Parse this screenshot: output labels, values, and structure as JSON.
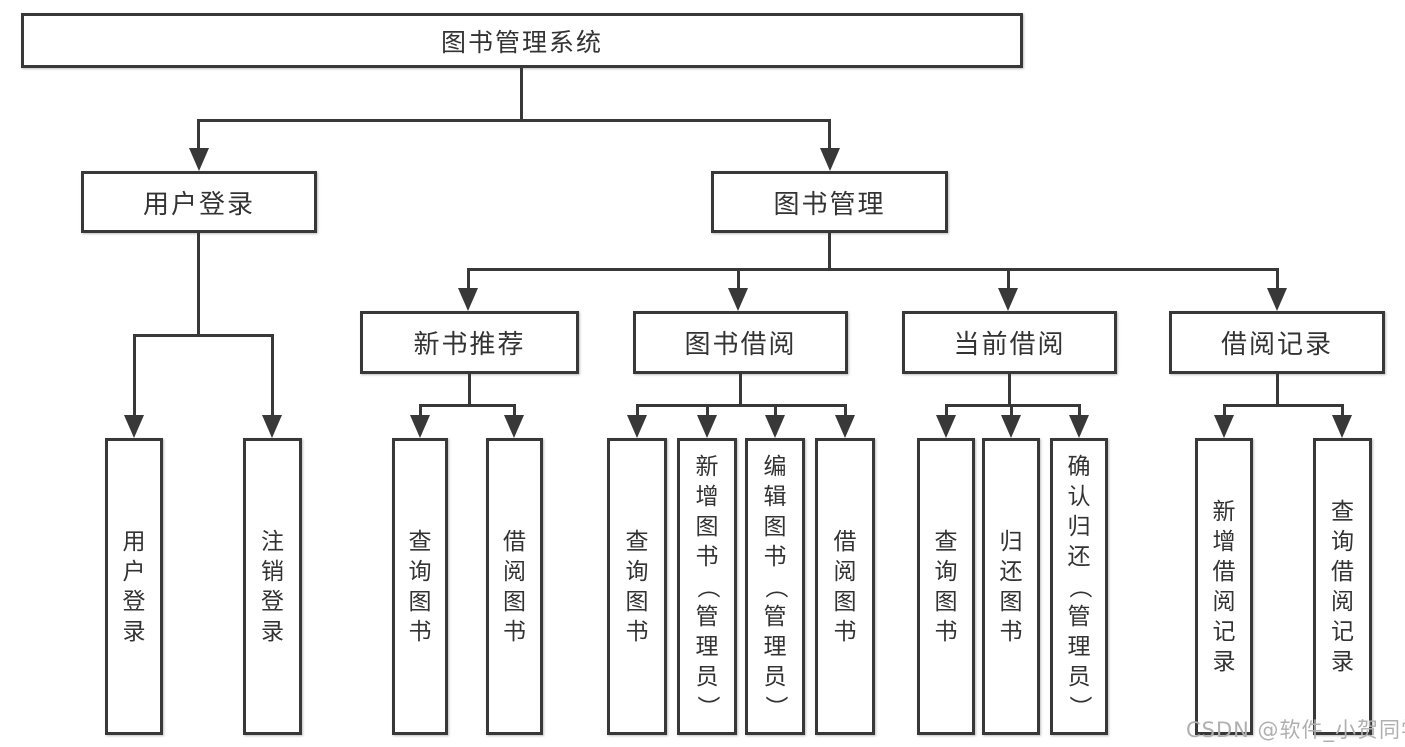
{
  "colors": {
    "line": "#383838",
    "text": "#333333",
    "watermark": "#b0b0b0",
    "background": "#ffffff"
  },
  "nodes": {
    "root": {
      "label": "图书管理系统"
    },
    "level2": [
      {
        "label": "用户登录"
      },
      {
        "label": "图书管理"
      }
    ],
    "level3": [
      {
        "label": "新书推荐",
        "parent": "图书管理"
      },
      {
        "label": "图书借阅",
        "parent": "图书管理"
      },
      {
        "label": "当前借阅",
        "parent": "图书管理"
      },
      {
        "label": "借阅记录",
        "parent": "图书管理"
      }
    ],
    "leaves": [
      {
        "label": "用户登录",
        "parent": "用户登录"
      },
      {
        "label": "注销登录",
        "parent": "用户登录"
      },
      {
        "label": "查询图书",
        "parent": "新书推荐"
      },
      {
        "label": "借阅图书",
        "parent": "新书推荐"
      },
      {
        "label": "查询图书",
        "parent": "图书借阅"
      },
      {
        "label": "新增图书（管理员）",
        "parent": "图书借阅"
      },
      {
        "label": "编辑图书（管理员）",
        "parent": "图书借阅"
      },
      {
        "label": "借阅图书",
        "parent": "图书借阅"
      },
      {
        "label": "查询图书",
        "parent": "当前借阅"
      },
      {
        "label": "归还图书",
        "parent": "当前借阅"
      },
      {
        "label": "确认归还（管理员）",
        "parent": "当前借阅"
      },
      {
        "label": "新增借阅记录",
        "parent": "借阅记录"
      },
      {
        "label": "查询借阅记录",
        "parent": "借阅记录"
      }
    ]
  },
  "watermark": {
    "text": "CSDN @软件_小贺同学"
  }
}
